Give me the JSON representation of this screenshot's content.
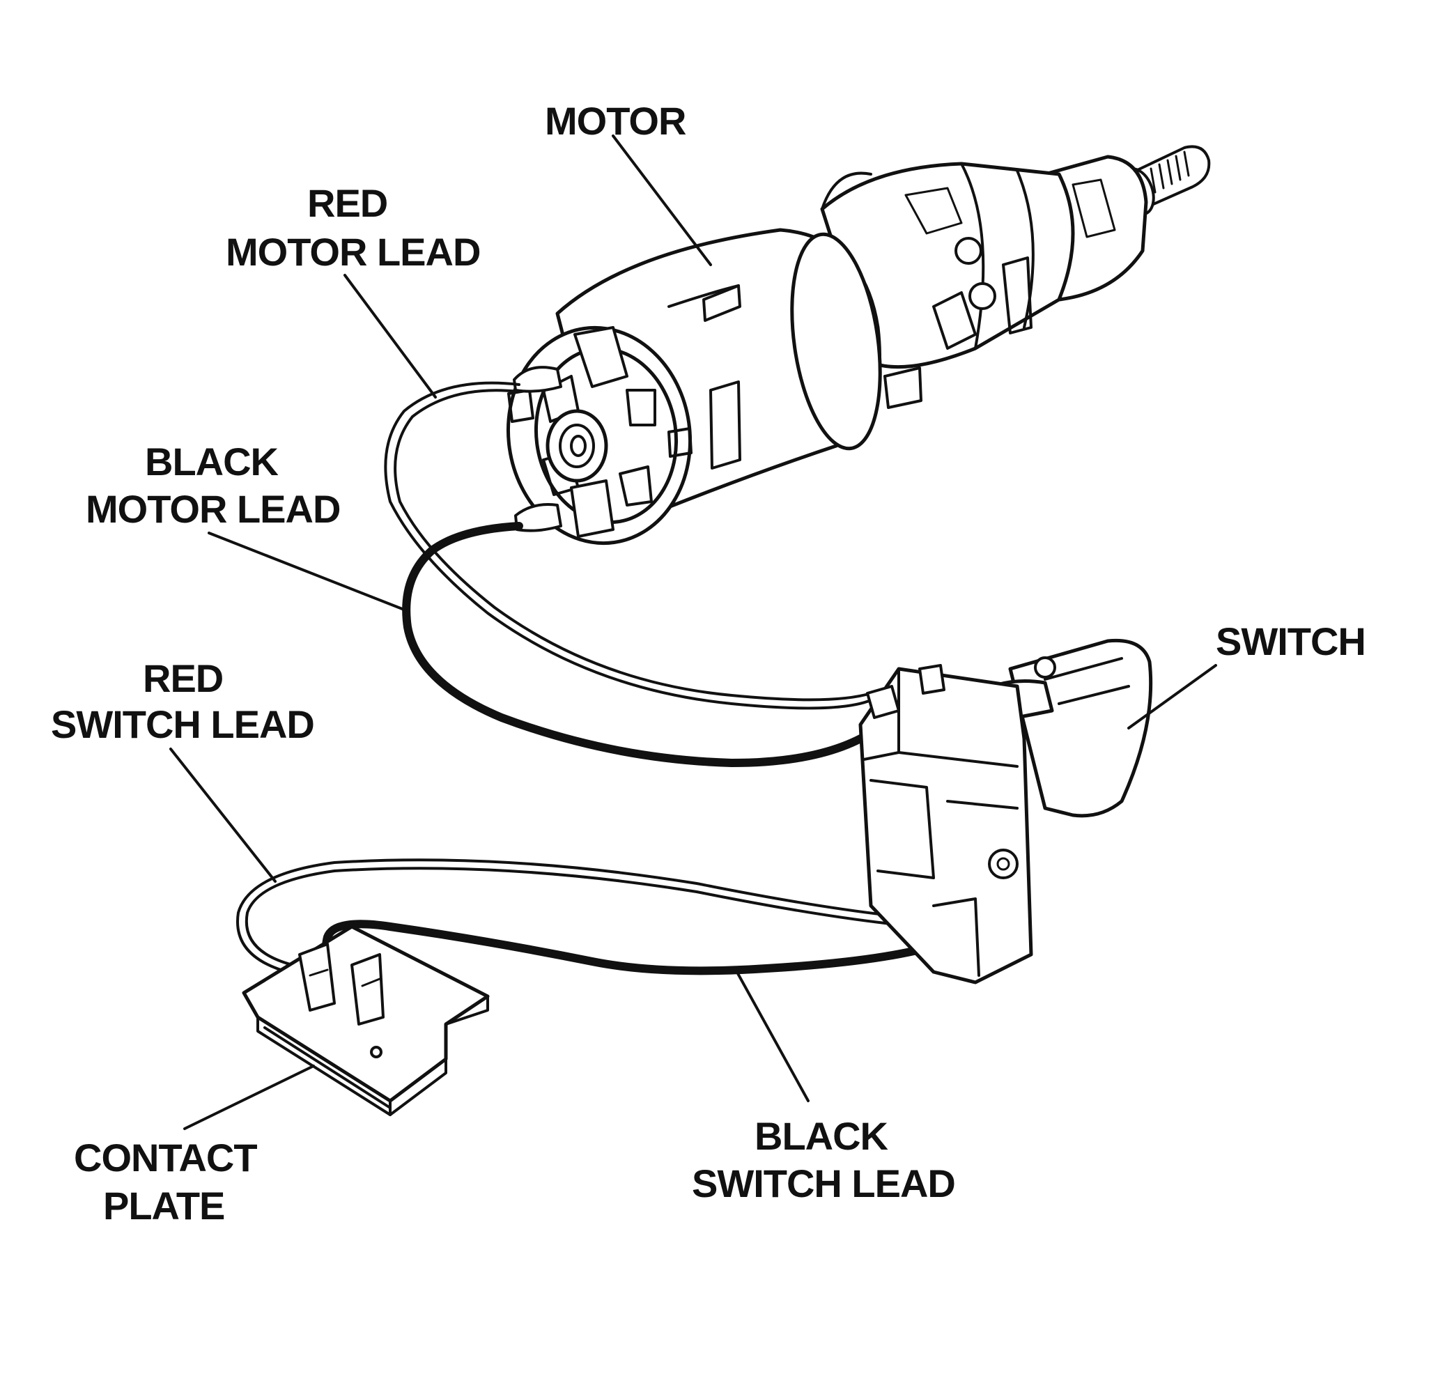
{
  "labels": {
    "motor": "MOTOR",
    "red_motor_lead_line1": "RED",
    "red_motor_lead_line2": "MOTOR LEAD",
    "black_motor_lead_line1": "BLACK",
    "black_motor_lead_line2": "MOTOR LEAD",
    "switch": "SWITCH",
    "red_switch_lead_line1": "RED",
    "red_switch_lead_line2": "SWITCH LEAD",
    "black_switch_lead_line1": "BLACK",
    "black_switch_lead_line2": "SWITCH LEAD",
    "contact_plate_line1": "CONTACT",
    "contact_plate_line2": "PLATE"
  },
  "colors": {
    "ink": "#111111",
    "background": "#ffffff"
  }
}
